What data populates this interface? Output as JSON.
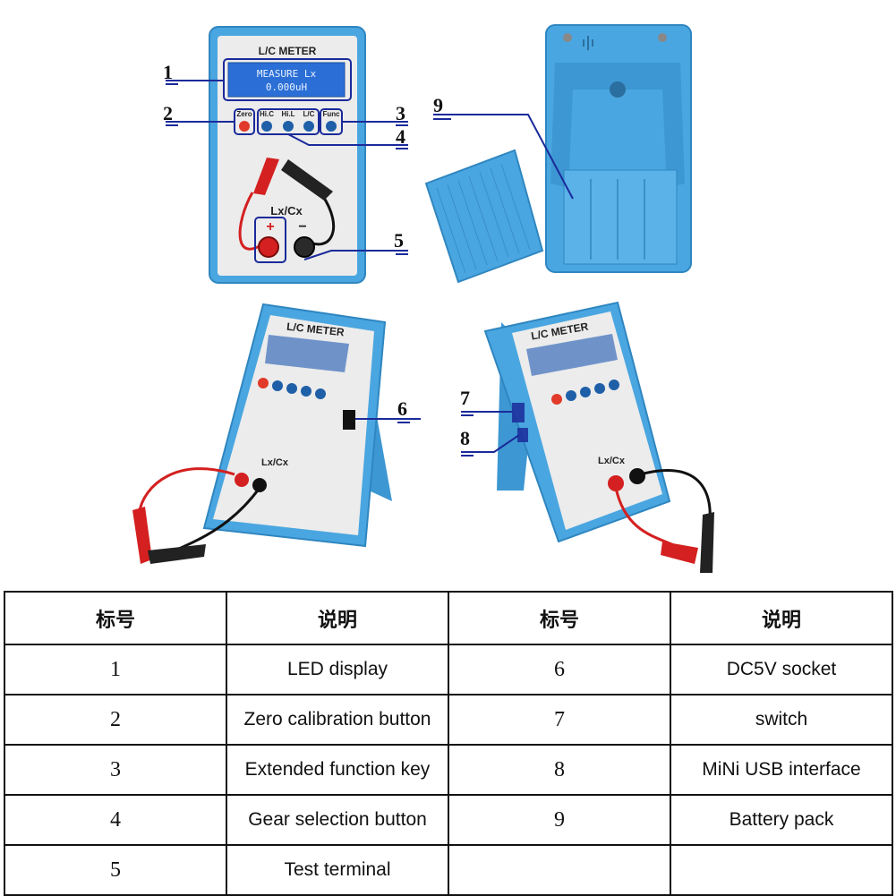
{
  "device": {
    "title": "L/C METER",
    "lcd_line1": "MEASURE Lx",
    "lcd_line2": "0.000uH",
    "buttons": [
      "Zero",
      "Hi.C",
      "Hi.L",
      "L/C",
      "Func"
    ],
    "terminal_label": "Lx/Cx",
    "plus": "+",
    "minus": "−"
  },
  "callouts": [
    "1",
    "2",
    "3",
    "4",
    "5",
    "6",
    "7",
    "8",
    "9"
  ],
  "table": {
    "headers": [
      "标号",
      "说明",
      "标号",
      "说明"
    ],
    "rows": [
      {
        "n1": "1",
        "d1": "LED display",
        "n2": "6",
        "d2": "DC5V socket"
      },
      {
        "n1": "2",
        "d1": "Zero calibration button",
        "n2": "7",
        "d2": "switch"
      },
      {
        "n1": "3",
        "d1": "Extended function key",
        "n2": "8",
        "d2": "MiNi USB interface"
      },
      {
        "n1": "4",
        "d1": "Gear selection button",
        "n2": "9",
        "d2": "Battery pack"
      },
      {
        "n1": "5",
        "d1": "Test terminal",
        "n2": "",
        "d2": ""
      }
    ]
  },
  "colors": {
    "case_blue": "#4aa6e0",
    "panel_gray": "#ececec",
    "lcd_blue": "#2b6fd6",
    "button_blue": "#1f5fa8",
    "zero_red": "#e23a2a",
    "callout_line": "#1a2a9a"
  }
}
